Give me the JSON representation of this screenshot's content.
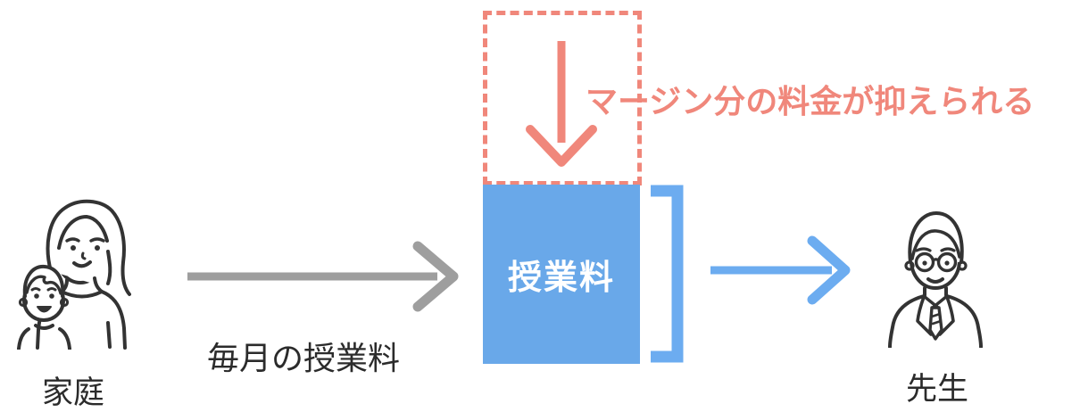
{
  "diagram": {
    "annotation": "マージン分の料金が抑えられる",
    "flow_label": "毎月の授業料",
    "box_label": "授業料",
    "left_actor_label": "家庭",
    "right_actor_label": "先生"
  },
  "colors": {
    "accent_coral": "#F0877B",
    "box_blue": "#69A8E9",
    "arrow_blue": "#6CACF0",
    "arrow_gray": "#9E9E9E",
    "text_dark": "#2B2B2B",
    "line_art": "#333333",
    "background": "#FFFFFF"
  },
  "icons": {
    "family": "family-icon",
    "teacher": "teacher-icon",
    "down_arrow": "down-arrow-icon",
    "gray_right_arrow": "right-arrow-gray-icon",
    "blue_right_arrow": "right-arrow-blue-icon",
    "bracket": "right-bracket-icon"
  }
}
